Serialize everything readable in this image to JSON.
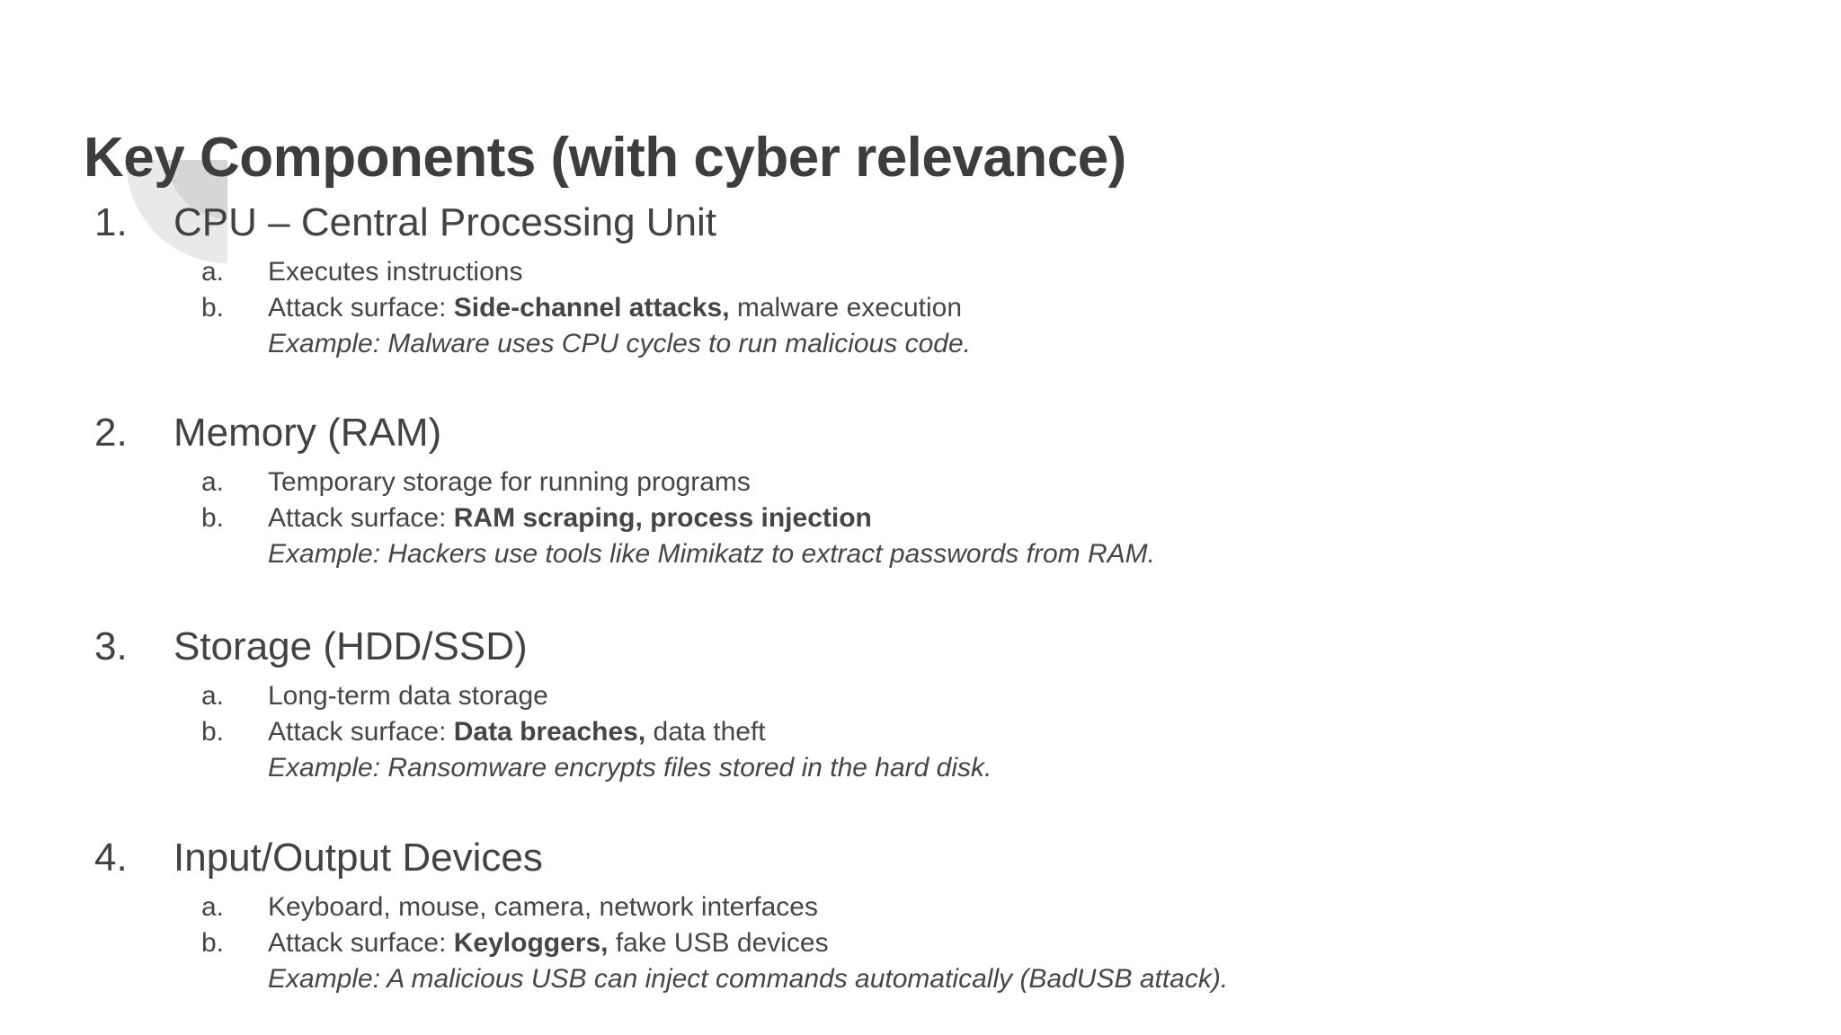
{
  "slide": {
    "title": "Key Components (with cyber relevance)",
    "sections": [
      {
        "number": "1.",
        "heading": "CPU – Central Processing Unit",
        "a_label": "a.",
        "a_text": "Executes instructions",
        "b_label": "b.",
        "b_prefix": "Attack surface: ",
        "b_bold": "Side-channel attacks,",
        "b_suffix": " malware execution",
        "example": "Example: Malware uses CPU cycles to run malicious code."
      },
      {
        "number": "2.",
        "heading": "Memory (RAM)",
        "a_label": "a.",
        "a_text": "Temporary storage for running programs",
        "b_label": "b.",
        "b_prefix": "Attack surface: ",
        "b_bold": "RAM scraping, process injection",
        "b_suffix": "",
        "example": "Example: Hackers use tools like Mimikatz to extract passwords from RAM."
      },
      {
        "number": "3.",
        "heading": "Storage (HDD/SSD)",
        "a_label": "a.",
        "a_text": "Long-term data storage",
        "b_label": "b.",
        "b_prefix": "Attack surface: ",
        "b_bold": "Data breaches,",
        "b_suffix": " data theft",
        "example": "Example: Ransomware encrypts files stored in the hard disk."
      },
      {
        "number": "4.",
        "heading": "Input/Output Devices",
        "a_label": "a.",
        "a_text": "Keyboard, mouse, camera, network interfaces",
        "b_label": "b.",
        "b_prefix": "Attack surface: ",
        "b_bold": "Keyloggers,",
        "b_suffix": " fake USB devices",
        "example": "Example: A malicious USB can inject commands automatically (BadUSB attack)."
      }
    ]
  },
  "colors": {
    "background": "#ffffff",
    "title_text": "#3d3d3d",
    "body_text": "#464646",
    "arc_outer": "#e9e9e9",
    "arc_inner": "#d6d6d6"
  }
}
